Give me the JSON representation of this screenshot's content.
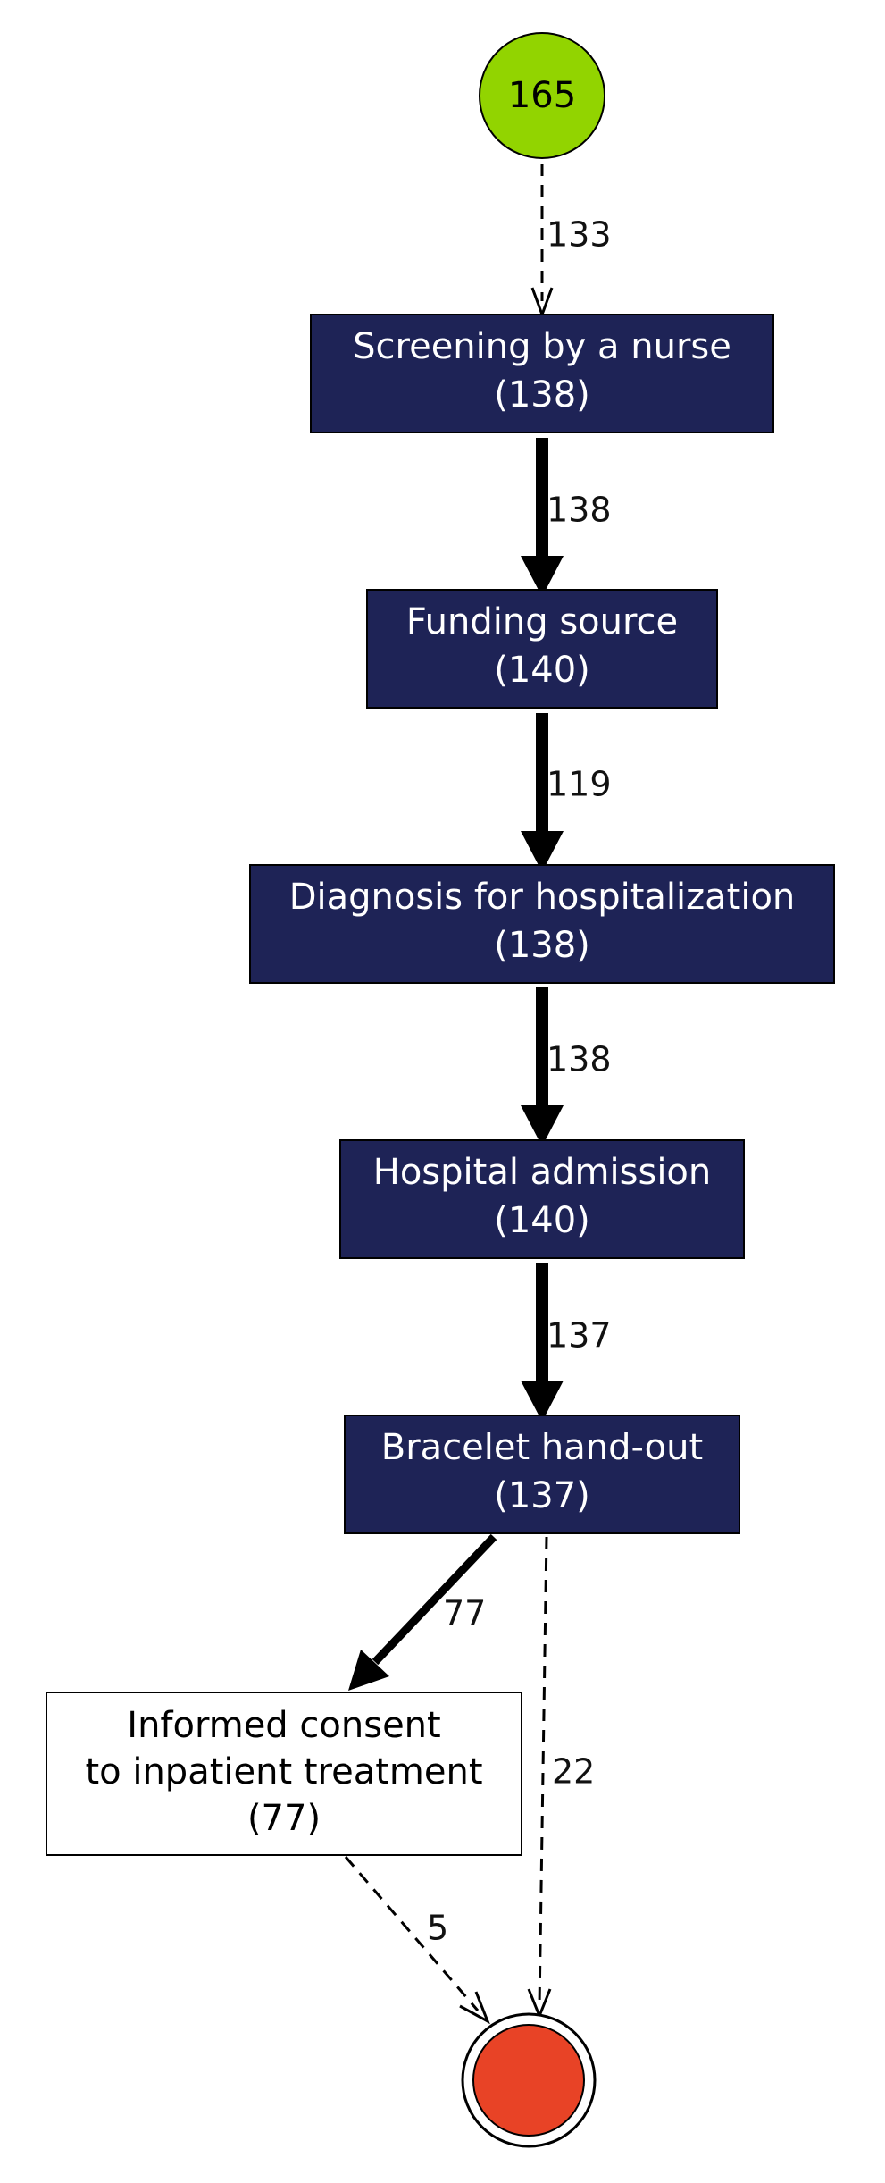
{
  "colors": {
    "activity_fill": "#1e2356",
    "activity_text": "#ffffff",
    "activity_light_fill": "#ffffff",
    "activity_light_text": "#000000",
    "start_fill": "#92d400",
    "end_fill": "#e84326",
    "edge": "#000000"
  },
  "start": {
    "label": "165"
  },
  "activities": [
    {
      "id": "screening",
      "lines": [
        "Screening by a nurse",
        "(138)"
      ],
      "style": "dark"
    },
    {
      "id": "funding",
      "lines": [
        "Funding source",
        "(140)"
      ],
      "style": "dark"
    },
    {
      "id": "diagnosis",
      "lines": [
        "Diagnosis for hospitalization",
        "(138)"
      ],
      "style": "dark"
    },
    {
      "id": "admission",
      "lines": [
        "Hospital admission",
        "(140)"
      ],
      "style": "dark"
    },
    {
      "id": "bracelet",
      "lines": [
        "Bracelet hand-out",
        "(137)"
      ],
      "style": "dark"
    },
    {
      "id": "consent",
      "lines": [
        "Informed consent",
        "to inpatient treatment",
        "(77)"
      ],
      "style": "light"
    }
  ],
  "edges": [
    {
      "from": "start",
      "to": "screening",
      "label": "133",
      "style": "dashed"
    },
    {
      "from": "screening",
      "to": "funding",
      "label": "138",
      "style": "bold"
    },
    {
      "from": "funding",
      "to": "diagnosis",
      "label": "119",
      "style": "bold"
    },
    {
      "from": "diagnosis",
      "to": "admission",
      "label": "138",
      "style": "bold"
    },
    {
      "from": "admission",
      "to": "bracelet",
      "label": "137",
      "style": "bold"
    },
    {
      "from": "bracelet",
      "to": "consent",
      "label": "77",
      "style": "bold"
    },
    {
      "from": "bracelet",
      "to": "end",
      "label": "22",
      "style": "dashed"
    },
    {
      "from": "consent",
      "to": "end",
      "label": "5",
      "style": "dashed"
    }
  ]
}
